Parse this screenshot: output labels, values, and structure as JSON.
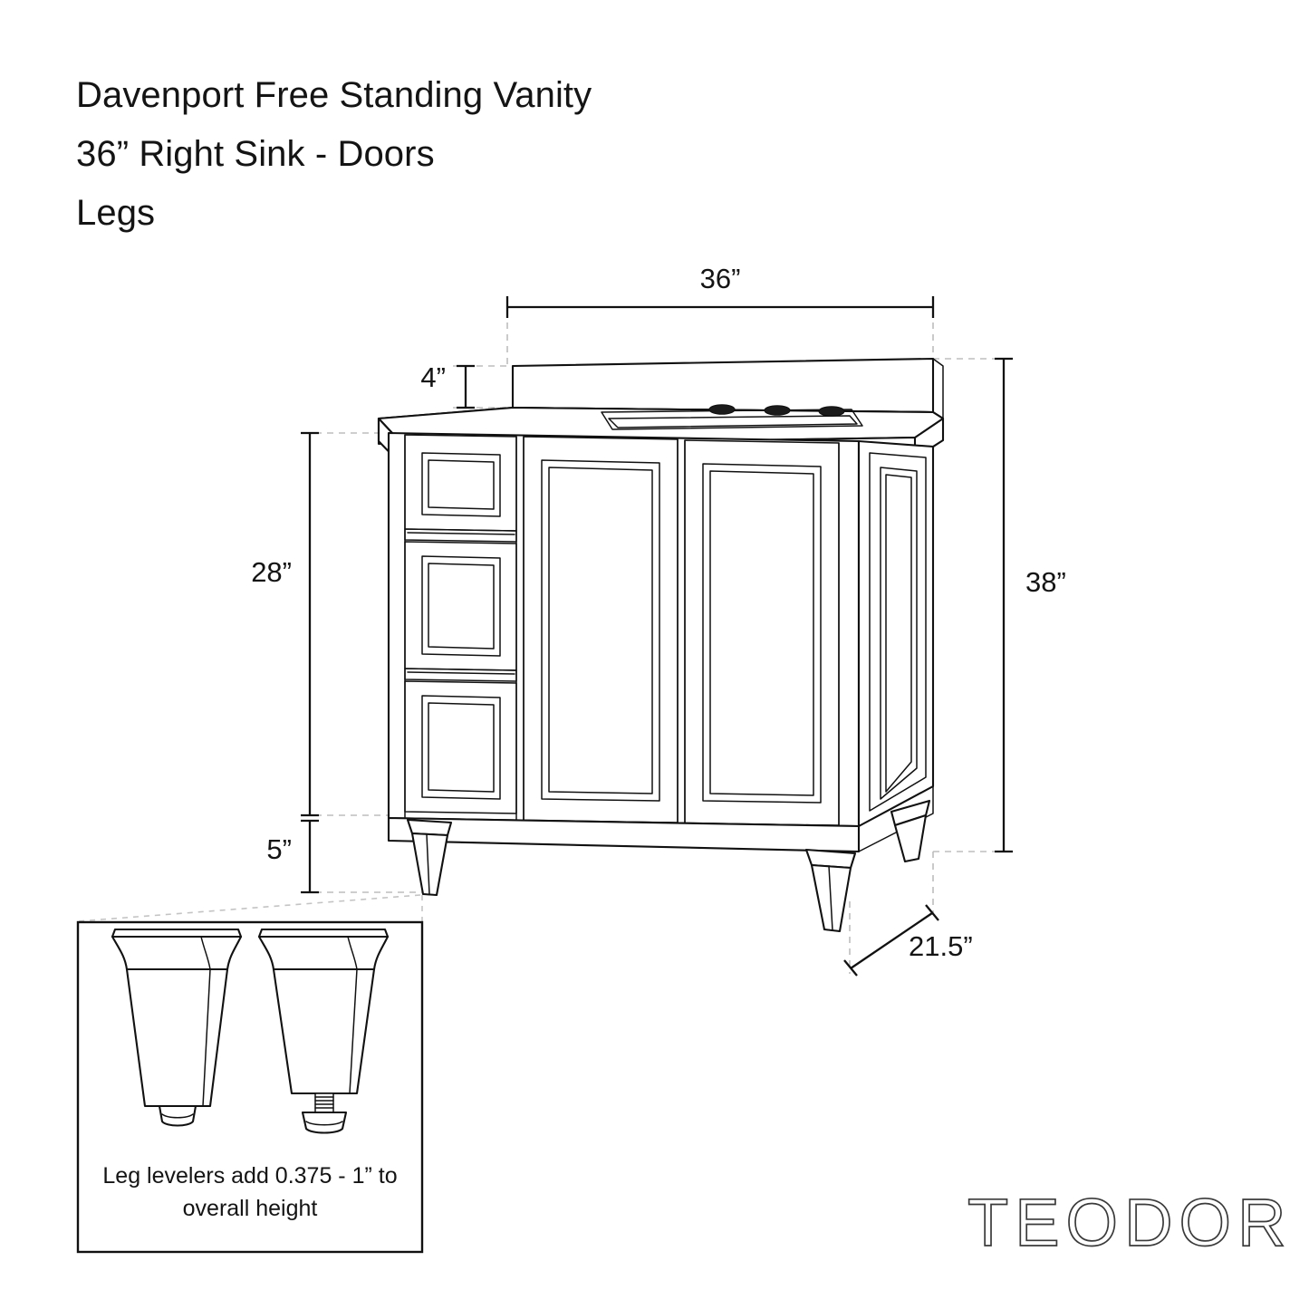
{
  "document": {
    "kind": "product-spec-drawing",
    "background_color": "#ffffff",
    "line_color": "#111111",
    "extension_line_color": "#bdbdbd"
  },
  "title": {
    "line1": "Davenport Free Standing Vanity",
    "line2": "36” Right Sink - Doors",
    "line3": "Legs"
  },
  "dimensions": {
    "width": "36”",
    "backsplash_height": "4”",
    "cabinet_height": "28”",
    "leg_height": "5”",
    "overall_height": "38”",
    "depth": "21.5”"
  },
  "detail_box": {
    "caption_line1": "Leg levelers add 0.375 - 1” to",
    "caption_line2": "overall height"
  },
  "brand": {
    "logo_text": "TEODOR"
  },
  "product": {
    "drawer_count": 3,
    "door_count": 2,
    "faucet_holes": 3,
    "sink_position": "right",
    "leg_style": "tapered"
  }
}
